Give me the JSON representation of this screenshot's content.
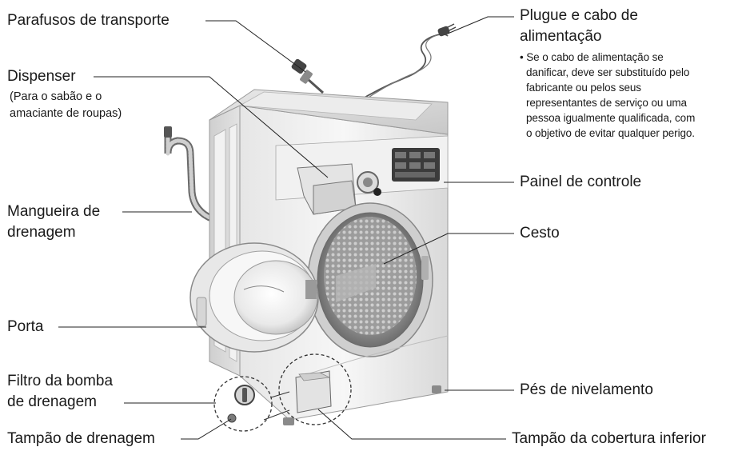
{
  "labels": {
    "transport_bolts": "Parafusos de transporte",
    "power_plug_l1": "Plugue e cabo de",
    "power_plug_l2": "alimentação",
    "dispenser": "Dispenser",
    "dispenser_note_l1": "(Para o sabão e o",
    "dispenser_note_l2": "amaciante de roupas)",
    "control_panel": "Painel de controle",
    "drain_hose_l1": "Mangueira de",
    "drain_hose_l2": "drenagem",
    "drum": "Cesto",
    "door": "Porta",
    "pump_filter_l1": "Filtro da bomba",
    "pump_filter_l2": "de drenagem",
    "leveling_feet": "Pés de nivelamento",
    "drain_plug": "Tampão de drenagem",
    "lower_cover_cap": "Tampão da cobertura inferior"
  },
  "power_note": [
    "• Se o cabo de alimentação se",
    "danificar, deve ser substituído pelo",
    "fabricante ou pelos seus",
    "representantes de serviço ou uma",
    "pessoa igualmente qualificada, com",
    "o objetivo de evitar qualquer perigo."
  ]
}
